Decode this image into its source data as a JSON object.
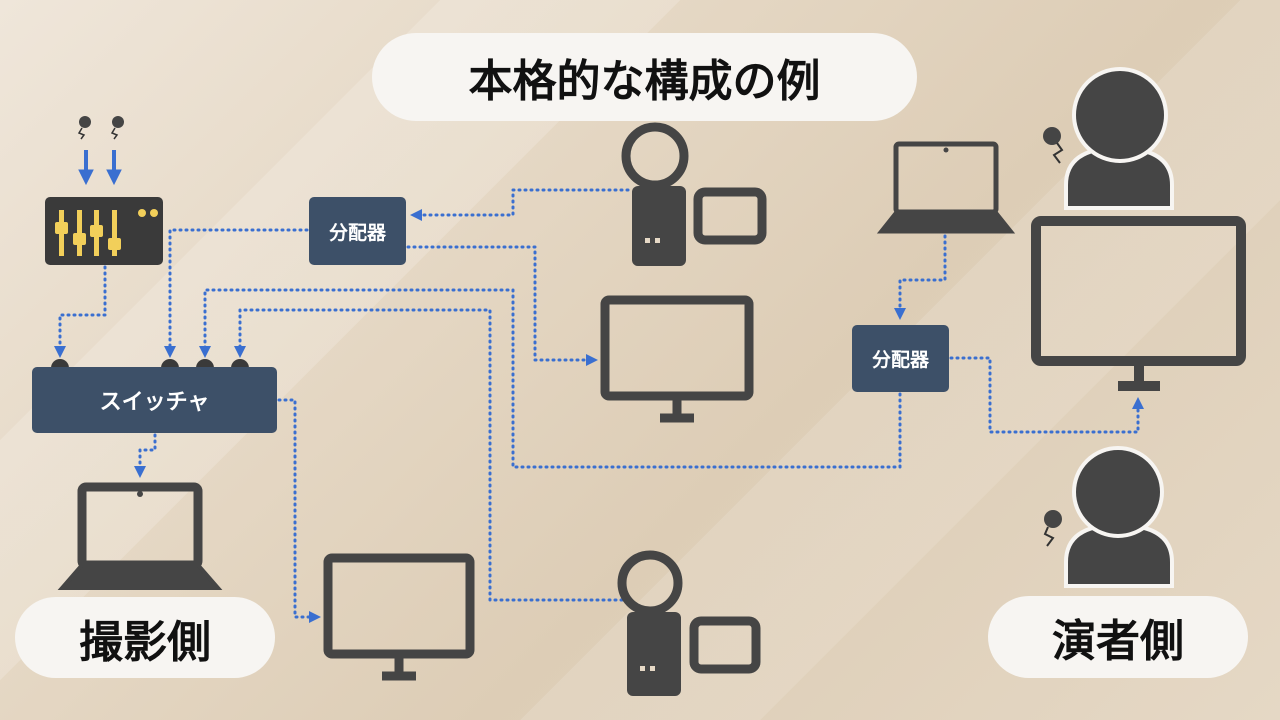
{
  "title": "本格的な構成の例",
  "labels": {
    "left_side": "撮影側",
    "right_side": "演者側"
  },
  "devices": {
    "switcher": "スイッチャ",
    "distributor_1": "分配器",
    "distributor_2": "分配器"
  },
  "colors": {
    "line": "#3a6fd0",
    "device": "#3d5068",
    "icon": "#454545",
    "mixer_accent": "#f2cf5a"
  }
}
